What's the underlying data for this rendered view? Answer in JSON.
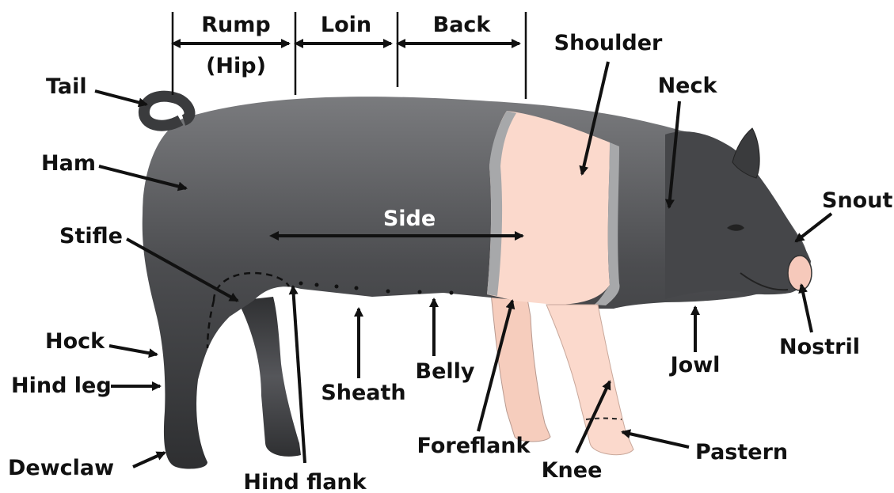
{
  "labels": {
    "rump": "Rump",
    "hip": "(Hip)",
    "loin": "Loin",
    "back": "Back",
    "shoulder": "Shoulder",
    "neck": "Neck",
    "tail": "Tail",
    "ham": "Ham",
    "side": "Side",
    "snout": "Snout",
    "stifle": "Stifle",
    "nostril": "Nostril",
    "hock": "Hock",
    "hind_leg": "Hind leg",
    "jowl": "Jowl",
    "belly": "Belly",
    "sheath": "Sheath",
    "foreflank": "Foreflank",
    "pastern": "Pastern",
    "knee": "Knee",
    "dewclaw": "Dewclaw",
    "hind_flank": "Hind flank"
  },
  "colors": {
    "body_dark": "#3a3b3d",
    "body_mid": "#5c5d60",
    "belt_pink": "#fbd9cc",
    "belt_edge": "#a7a8aa",
    "text": "#111111"
  },
  "icons": {
    "pig": "pig-silhouette",
    "arrow": "arrow-pointer"
  }
}
